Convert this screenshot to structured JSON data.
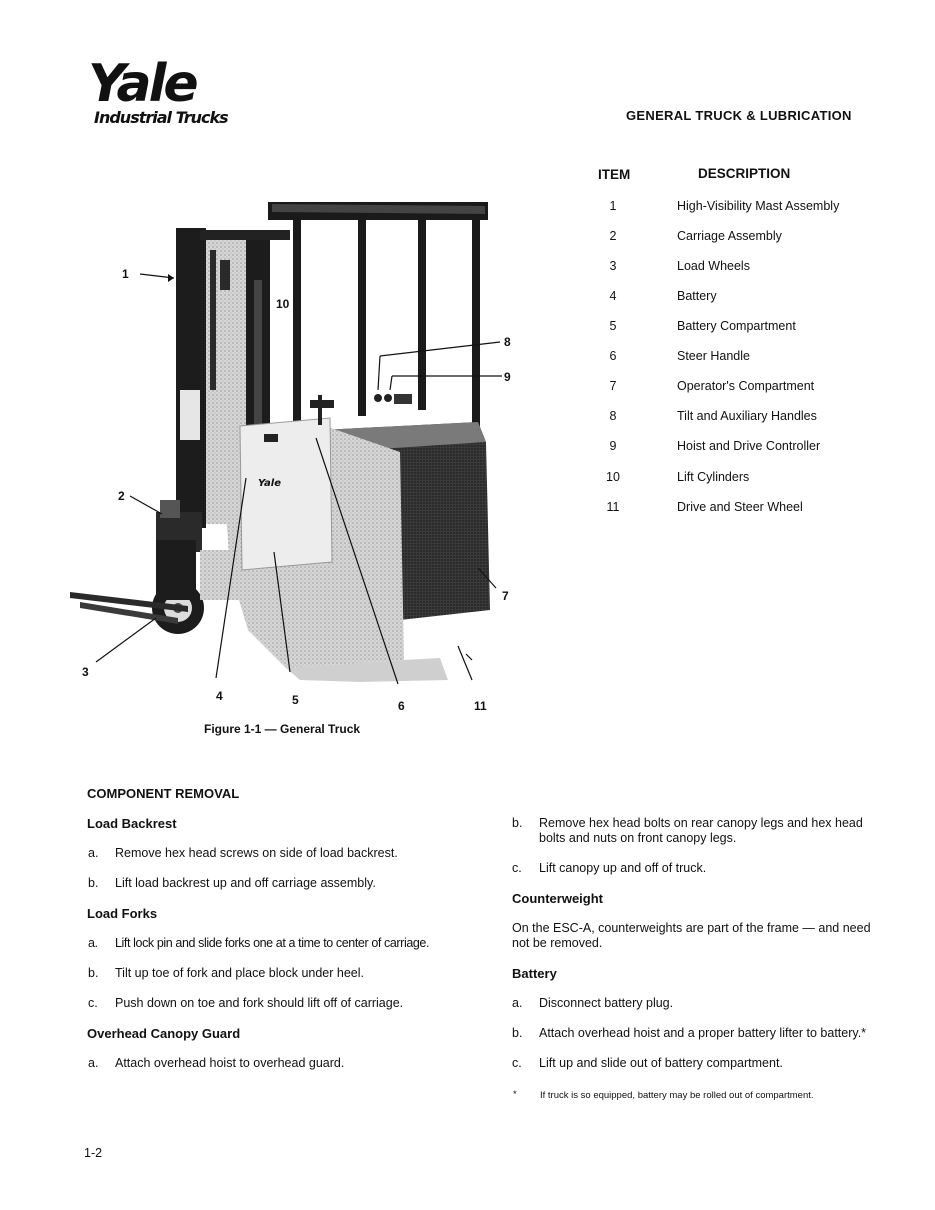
{
  "logo": {
    "main": "Yale",
    "sub": "Industrial Trucks"
  },
  "header": {
    "title": "GENERAL TRUCK & LUBRICATION"
  },
  "table": {
    "col_item": "ITEM",
    "col_desc": "DESCRIPTION",
    "rows": [
      {
        "num": "1",
        "desc": "High-Visibility Mast Assembly"
      },
      {
        "num": "2",
        "desc": "Carriage Assembly"
      },
      {
        "num": "3",
        "desc": "Load Wheels"
      },
      {
        "num": "4",
        "desc": "Battery"
      },
      {
        "num": "5",
        "desc": "Battery Compartment"
      },
      {
        "num": "6",
        "desc": "Steer Handle"
      },
      {
        "num": "7",
        "desc": "Operator's Compartment"
      },
      {
        "num": "8",
        "desc": "Tilt and Auxiliary Handles"
      },
      {
        "num": "9",
        "desc": "Hoist and Drive Controller"
      },
      {
        "num": "10",
        "desc": "Lift Cylinders"
      },
      {
        "num": "11",
        "desc": "Drive and Steer Wheel"
      }
    ]
  },
  "figure": {
    "caption": "Figure 1-1 — General Truck",
    "callouts": [
      "1",
      "2",
      "3",
      "4",
      "5",
      "6",
      "7",
      "8",
      "9",
      "10",
      "11"
    ],
    "decal": "Yale"
  },
  "left_col": {
    "section_title": "COMPONENT REMOVAL",
    "load_backrest": {
      "title": "Load Backrest",
      "steps": [
        {
          "letter": "a.",
          "text": "Remove hex head screws on side of load backrest."
        },
        {
          "letter": "b.",
          "text": "Lift load backrest up and off carriage assembly."
        }
      ]
    },
    "load_forks": {
      "title": "Load Forks",
      "steps": [
        {
          "letter": "a.",
          "text": "Lift lock pin and slide forks one at a time to center of carriage."
        },
        {
          "letter": "b.",
          "text": "Tilt up toe of fork and place block under heel."
        },
        {
          "letter": "c.",
          "text": "Push down on toe and fork should lift off of carriage."
        }
      ]
    },
    "canopy": {
      "title": "Overhead Canopy Guard",
      "steps": [
        {
          "letter": "a.",
          "text": "Attach overhead hoist to overhead guard."
        }
      ]
    }
  },
  "right_col": {
    "canopy_b": {
      "letter": "b.",
      "line1": "Remove hex head bolts on rear canopy legs and hex head",
      "line2": "bolts and nuts on front canopy legs."
    },
    "canopy_c": {
      "letter": "c.",
      "text": "Lift canopy up and off of truck."
    },
    "counterweight": {
      "title": "Counterweight",
      "line1": "On the ESC-A, counterweights are part of the frame — and need",
      "line2": "not be removed."
    },
    "battery": {
      "title": "Battery",
      "steps": [
        {
          "letter": "a.",
          "text": "Disconnect battery plug."
        },
        {
          "letter": "b.",
          "text": "Attach overhead hoist and a proper battery lifter to battery.*"
        },
        {
          "letter": "c.",
          "text": "Lift up and slide out of battery compartment."
        }
      ],
      "note_mark": "*",
      "note": "If truck is so equipped, battery may be rolled out of compartment."
    }
  },
  "page_number": "1-2"
}
